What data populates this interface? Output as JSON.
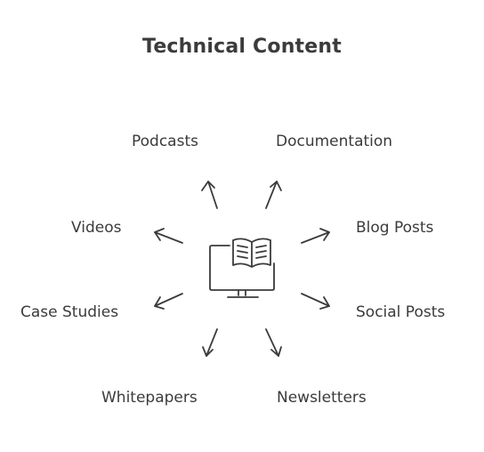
{
  "diagram": {
    "title": "Technical Content",
    "center_icon": "book-on-monitor-icon",
    "nodes": {
      "podcasts": "Podcasts",
      "documentation": "Documentation",
      "videos": "Videos",
      "blog_posts": "Blog Posts",
      "case_studies": "Case Studies",
      "social_posts": "Social Posts",
      "whitepapers": "Whitepapers",
      "newsletters": "Newsletters"
    },
    "colors": {
      "ink": "#3b3b3b",
      "background": "#ffffff"
    }
  }
}
